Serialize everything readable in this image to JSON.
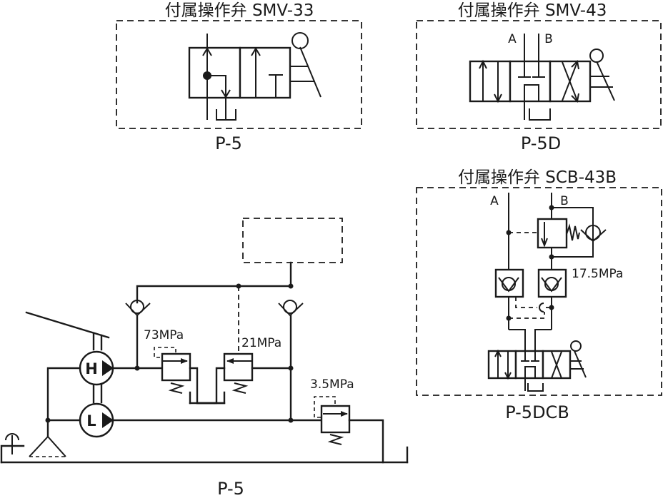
{
  "colors": {
    "line": "#1a1a1a",
    "background": "#ffffff"
  },
  "panels": {
    "smv33": {
      "title": "付属操作弁 SMV-33",
      "caption": "P-5"
    },
    "smv43": {
      "title": "付属操作弁 SMV-43",
      "caption": "P-5D",
      "port_a": "A",
      "port_b": "B"
    },
    "scb43b": {
      "title": "付属操作弁 SCB-43B",
      "caption": "P-5DCB",
      "port_a": "A",
      "port_b": "B",
      "pressure": "17.5MPa"
    }
  },
  "main_circuit": {
    "caption": "P-5",
    "pump_high_label": "H",
    "pump_low_label": "L",
    "relief_high": "73MPa",
    "relief_mid": "21MPa",
    "relief_low": "3.5MPa"
  }
}
